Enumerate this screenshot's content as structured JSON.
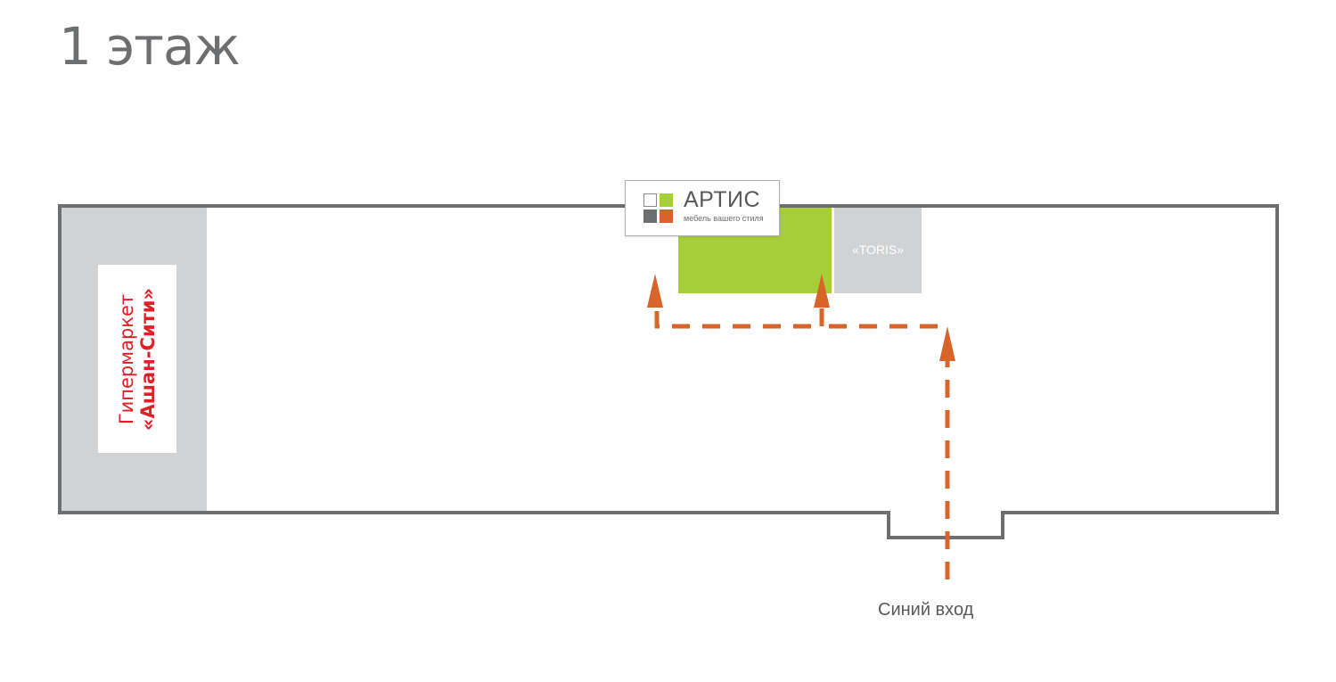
{
  "page": {
    "title": "1 этаж"
  },
  "anchor_store": {
    "line1": "Гипермаркет",
    "line2": "«Ашан-Сити»",
    "label_color": "#e31e24",
    "area_color": "#d1d2d4"
  },
  "target_store": {
    "name": "АРТИС",
    "tagline": "мебель вашего стиля",
    "area_color": "#a6ce39",
    "logo_colors": [
      "#ffffff",
      "#a6ce39",
      "#6d6e70",
      "#d9642a"
    ]
  },
  "neighbor_store": {
    "name": "«TORIS»",
    "area_color": "#d1d2d4"
  },
  "entrance": {
    "label": "Синий вход"
  },
  "route": {
    "color": "#d9642a",
    "style": "dashed"
  },
  "building": {
    "outline_color": "#6d6e70"
  }
}
